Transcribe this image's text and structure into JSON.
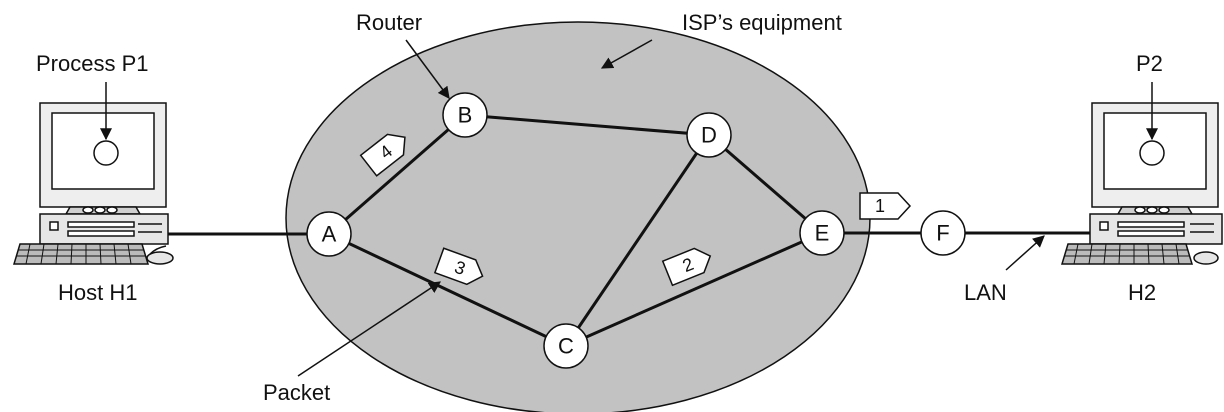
{
  "labels": {
    "process_p1": "Process P1",
    "process_p2": "P2",
    "router": "Router",
    "isp": "ISP’s equipment",
    "host_h1": "Host H1",
    "host_h2": "H2",
    "lan": "LAN",
    "packet": "Packet"
  },
  "nodes": {
    "A": "A",
    "B": "B",
    "C": "C",
    "D": "D",
    "E": "E",
    "F": "F"
  },
  "packets": {
    "p1": "1",
    "p2": "2",
    "p3": "3",
    "p4": "4"
  },
  "colors": {
    "cloud": "#c2c2c2",
    "line": "#111111",
    "background": "#ffffff"
  }
}
